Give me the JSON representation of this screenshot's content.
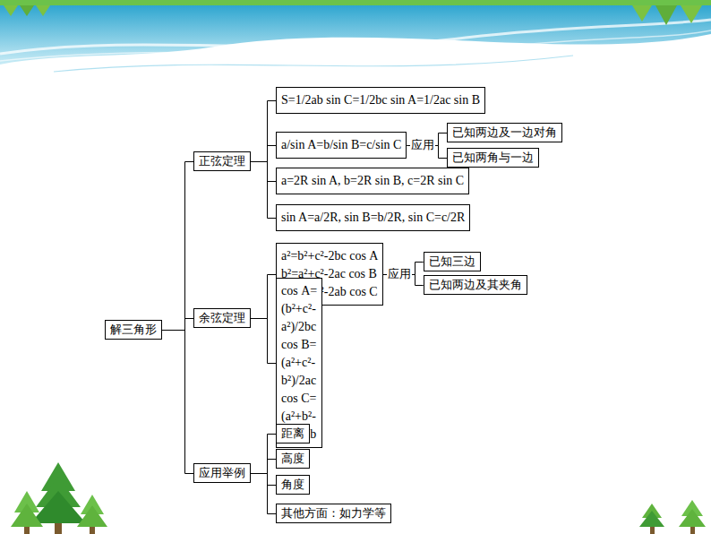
{
  "diagram": {
    "nodes": [
      {
        "text": [
          "解三角形"
        ]
      },
      {
        "text": [
          "正弦定理"
        ]
      },
      {
        "text": [
          "S=1/2ab sin C=1/2bc sin A=1/2ac sin B"
        ]
      },
      {
        "text": [
          "a/sin A=b/sin B=c/sin C"
        ]
      },
      {
        "text": [
          "已知两边及一边对角"
        ]
      },
      {
        "text": [
          "已知两角与一边"
        ]
      },
      {
        "text": [
          "a=2R sin A, b=2R sin B, c=2R sin C"
        ]
      },
      {
        "text": [
          "sin A=a/2R, sin B=b/2R, sin C=c/2R"
        ]
      },
      {
        "text": [
          "余弦定理"
        ]
      },
      {
        "text": [
          "a²=b²+c²-2bc cos A b²=a²+c²-2ac cos B c²=a²+b²-2ab cos C"
        ]
      },
      {
        "text": [
          "已知三边"
        ]
      },
      {
        "text": [
          "已知两边及其夹角"
        ]
      },
      {
        "text": [
          "cos A=(b²+c²-a²)/2bc cos B=(a²+c²-b²)/2ac cos C=(a²+b²-c²)/2ab"
        ]
      },
      {
        "text": [
          "应用举例"
        ]
      },
      {
        "text": [
          "距离"
        ]
      },
      {
        "text": [
          "高度"
        ]
      },
      {
        "text": [
          "角度"
        ]
      },
      {
        "text": [
          "其他方面：如力学等"
        ]
      }
    ],
    "edges": [
      {
        "from": 0,
        "to": 1,
        "arrow": "none"
      },
      {
        "from": 0,
        "to": 8,
        "arrow": "none"
      },
      {
        "from": 0,
        "to": 13,
        "arrow": "none"
      },
      {
        "from": 1,
        "to": 2,
        "arrow": "none"
      },
      {
        "from": 1,
        "to": 3,
        "arrow": "none"
      },
      {
        "from": 1,
        "to": 6,
        "arrow": "none"
      },
      {
        "from": 1,
        "to": 7,
        "arrow": "none"
      },
      {
        "from": 3,
        "to": 4,
        "label": "应用",
        "arrow": "none"
      },
      {
        "from": 3,
        "to": 5,
        "arrow": "none"
      },
      {
        "from": 8,
        "to": 9,
        "arrow": "none"
      },
      {
        "from": 8,
        "to": 12,
        "arrow": "none"
      },
      {
        "from": 9,
        "to": 10,
        "label": "应用",
        "arrow": "none"
      },
      {
        "from": 9,
        "to": 11,
        "arrow": "none"
      },
      {
        "from": 13,
        "to": 14,
        "arrow": "none"
      },
      {
        "from": 13,
        "to": 15,
        "arrow": "none"
      },
      {
        "from": 13,
        "to": 16,
        "arrow": "none"
      },
      {
        "from": 13,
        "to": 17,
        "arrow": "none"
      }
    ]
  }
}
